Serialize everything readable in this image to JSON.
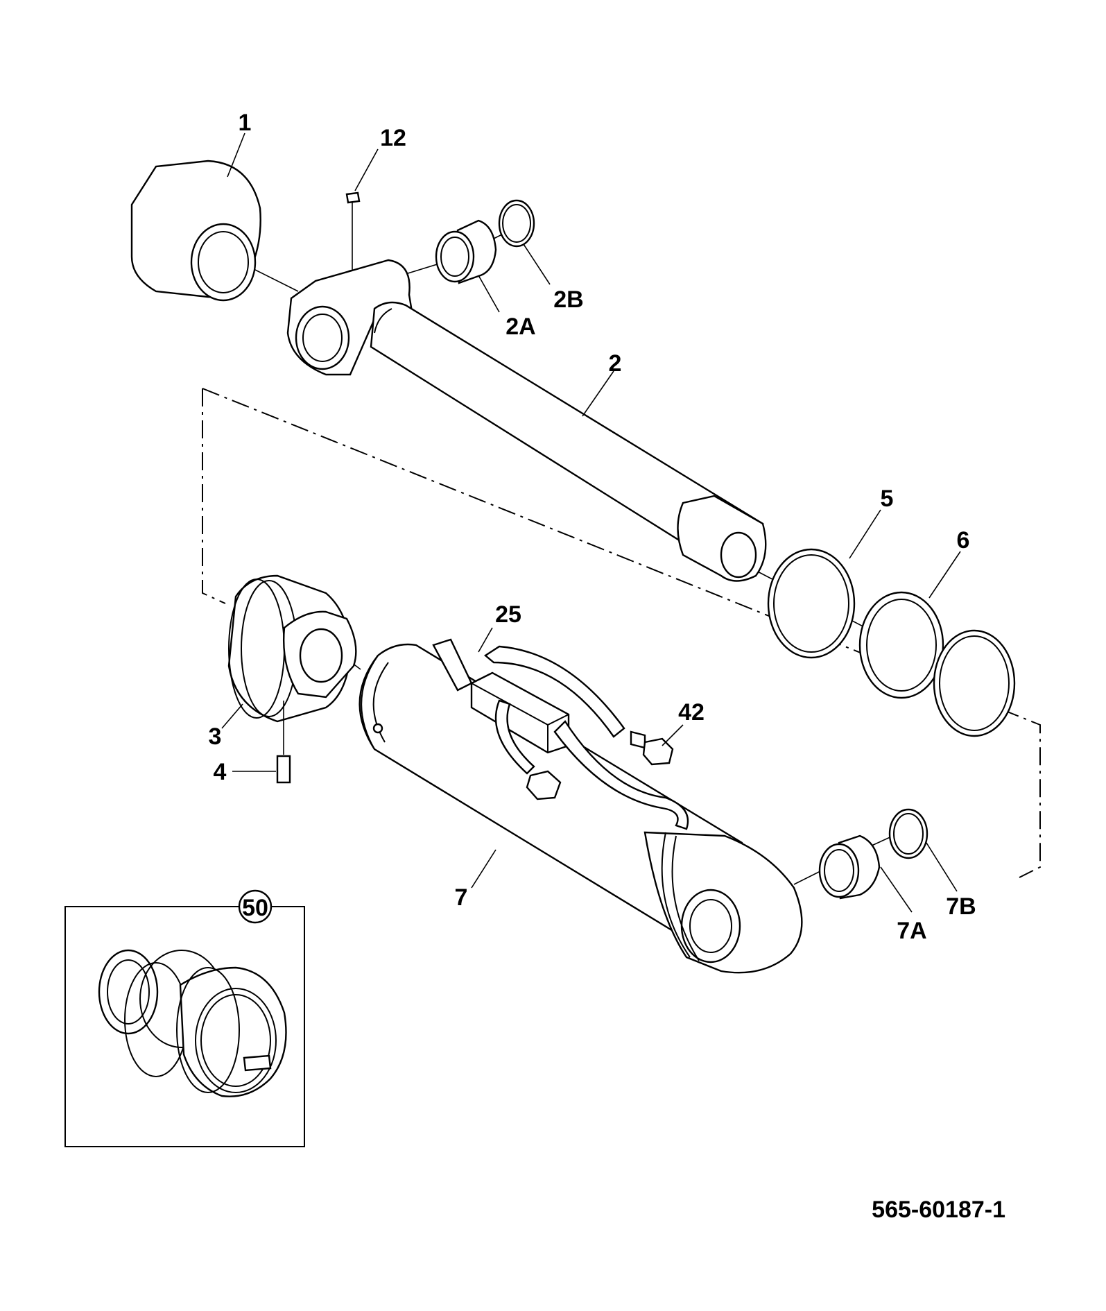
{
  "callouts": {
    "c1": "1",
    "c12": "12",
    "c2A": "2A",
    "c2B": "2B",
    "c2": "2",
    "c5": "5",
    "c6": "6",
    "c25": "25",
    "c42": "42",
    "c3": "3",
    "c4": "4",
    "c7": "7",
    "c7A": "7A",
    "c7B": "7B",
    "c50": "50"
  },
  "drawing_code": "565-60187-1"
}
